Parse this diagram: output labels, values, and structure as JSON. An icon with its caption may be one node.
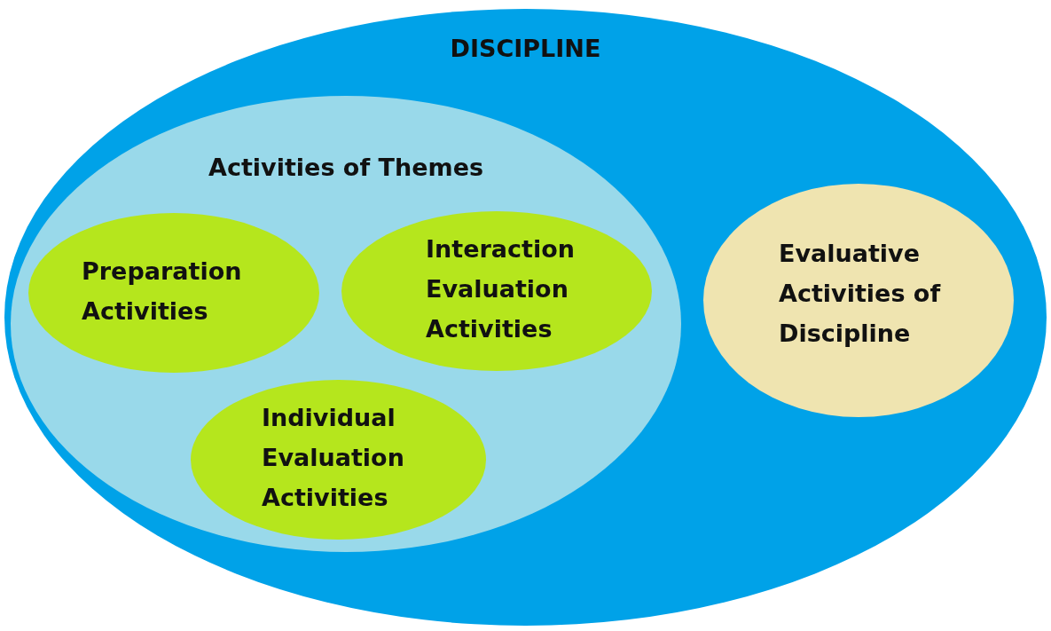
{
  "diagram": {
    "nodes": [
      {
        "text": [
          "DISCIPLINE"
        ]
      },
      {
        "text": [
          "Activities of Themes"
        ],
        "in": 0
      },
      {
        "text": [
          "Preparation Activities"
        ],
        "in": 1
      },
      {
        "text": [
          "Interaction Evaluation Activities"
        ],
        "in": 1
      },
      {
        "text": [
          "Individual Evaluation Activities"
        ],
        "in": 1
      },
      {
        "text": [
          "Evaluative Activities of Discipline"
        ],
        "in": 0
      }
    ]
  }
}
